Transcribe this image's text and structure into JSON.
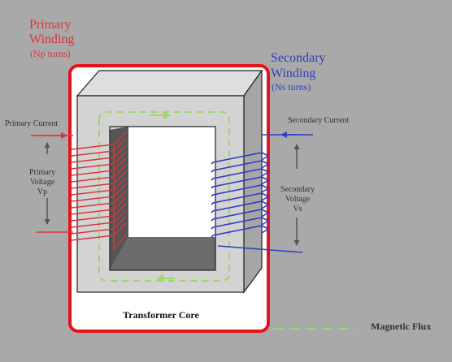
{
  "primary": {
    "title_line1": "Primary",
    "title_line2": "Winding",
    "turns": "(Np turns)",
    "current_label": "Primary Current",
    "voltage_line1": "Primary",
    "voltage_line2": "Voltage",
    "voltage_symbol": "Vp"
  },
  "secondary": {
    "title_line1": "Secondary",
    "title_line2": "Winding",
    "turns": "(Ns turns)",
    "current_label": "Secondary Current",
    "voltage_line1": "Secondary",
    "voltage_line2": "Voltage",
    "voltage_symbol": "Vs"
  },
  "core_label": "Transformer Core",
  "legend_label": "Magnetic Flux",
  "colors": {
    "primary": "#d9353a",
    "secondary": "#2e3fbf",
    "flux": "#9ed66a",
    "frame": "#e8131a",
    "background": "#a9a9a9"
  }
}
